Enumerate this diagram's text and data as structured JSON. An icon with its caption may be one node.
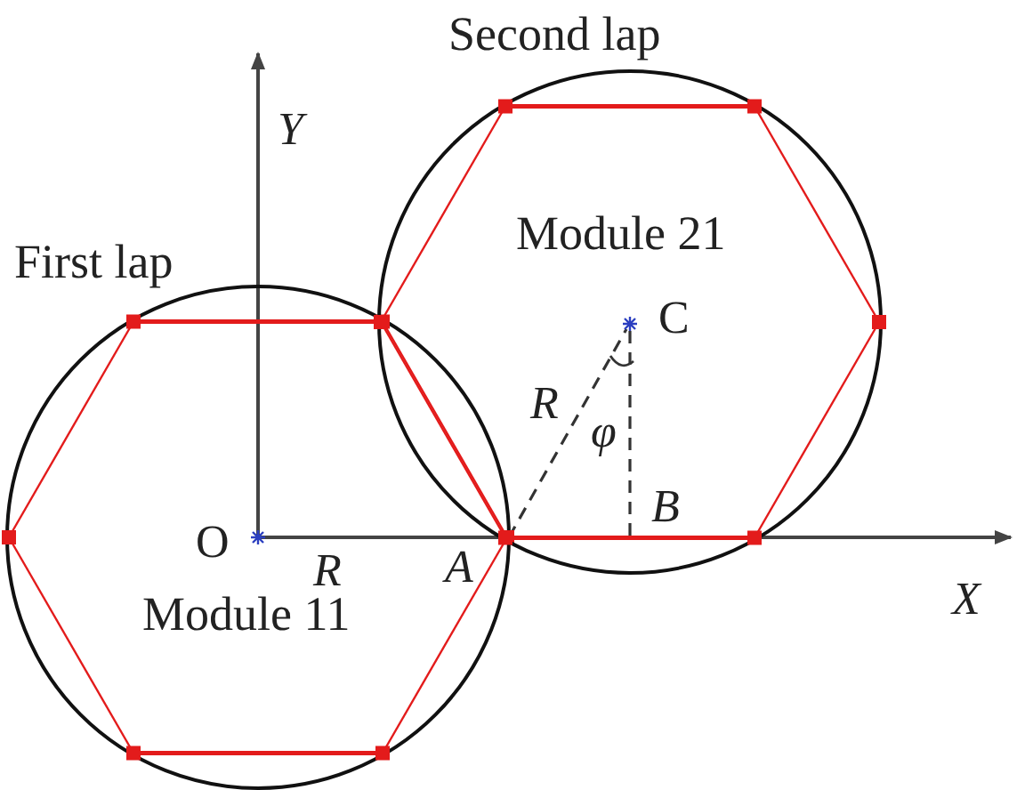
{
  "diagram": {
    "nodes": [
      {
        "text": [
          "First lap",
          "Module 11"
        ]
      },
      {
        "text": [
          "Second lap",
          "Module 21"
        ]
      }
    ],
    "labels": [
      "Y",
      "C",
      "R",
      "φ",
      "B",
      "O",
      "R",
      "A",
      "X"
    ]
  }
}
